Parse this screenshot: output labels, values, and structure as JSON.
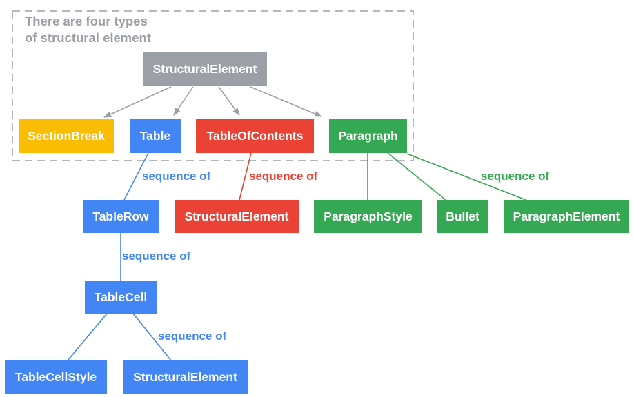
{
  "caption": {
    "line1": "There are four types",
    "line2": "of structural element"
  },
  "colors": {
    "gray": "#9AA0A6",
    "yellow": "#FBBC04",
    "blue": "#4285F4",
    "red": "#EA4335",
    "green": "#34A853",
    "dashed_border": "#B3B8BD",
    "background": "#FFFFFF",
    "node_text": "#FFFFFF"
  },
  "nodes": {
    "root": {
      "label": "StructuralElement",
      "color": "gray"
    },
    "section_break": {
      "label": "SectionBreak",
      "color": "yellow"
    },
    "table": {
      "label": "Table",
      "color": "blue"
    },
    "table_of_contents": {
      "label": "TableOfContents",
      "color": "red"
    },
    "paragraph": {
      "label": "Paragraph",
      "color": "green"
    },
    "table_row": {
      "label": "TableRow",
      "color": "blue"
    },
    "toc_structural_element": {
      "label": "StructuralElement",
      "color": "red"
    },
    "paragraph_style": {
      "label": "ParagraphStyle",
      "color": "green"
    },
    "bullet": {
      "label": "Bullet",
      "color": "green"
    },
    "paragraph_element": {
      "label": "ParagraphElement",
      "color": "green"
    },
    "table_cell": {
      "label": "TableCell",
      "color": "blue"
    },
    "table_cell_style": {
      "label": "TableCellStyle",
      "color": "blue"
    },
    "cell_structural_element": {
      "label": "StructuralElement",
      "color": "blue"
    }
  },
  "edge_labels": {
    "table_to_table_row": "sequence of",
    "toc_to_structural_element": "sequence of",
    "paragraph_to_paragraph_element": "sequence of",
    "table_row_to_table_cell": "sequence of",
    "table_cell_to_structural_element": "sequence of"
  }
}
